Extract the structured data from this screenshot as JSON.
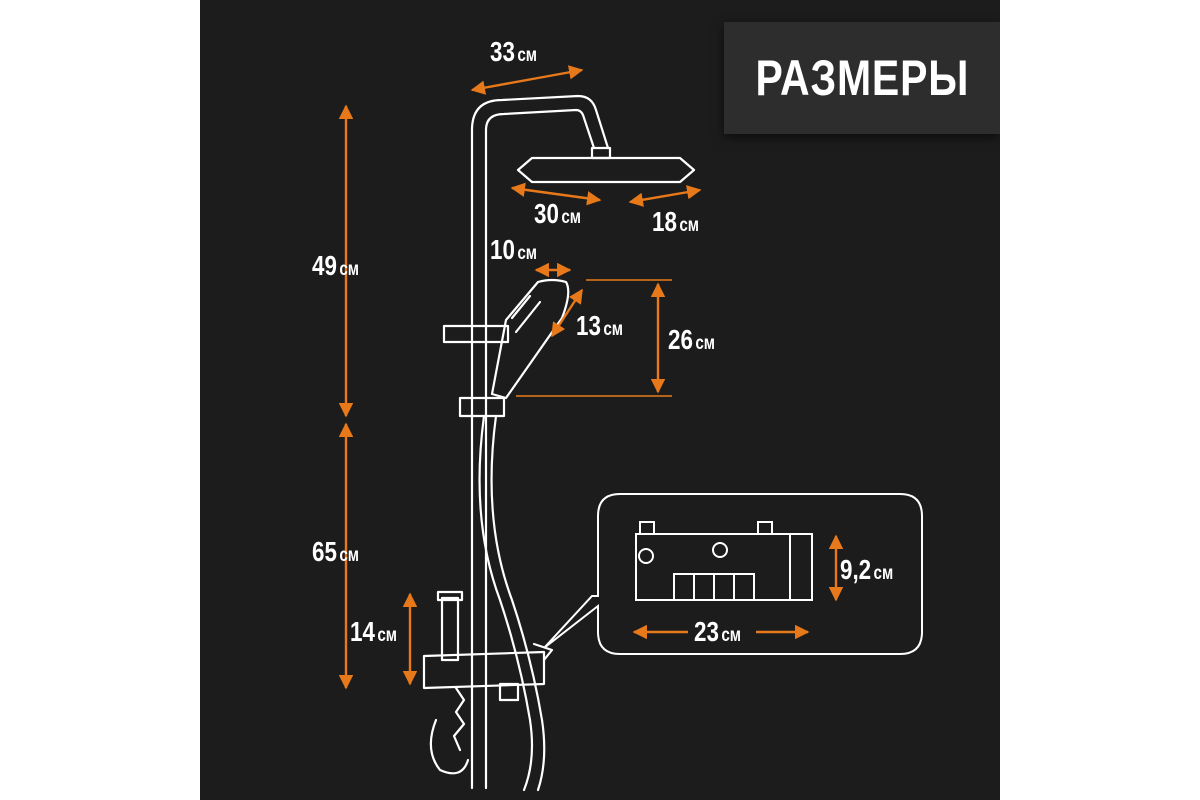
{
  "title": "РАЗМЕРЫ",
  "colors": {
    "background": "#1c1c1c",
    "title_box": "#2d2d2d",
    "accent": "#e8791a",
    "outline": "#ffffff"
  },
  "unit": "см",
  "dimensions": {
    "top_arm": "33",
    "head_width": "30",
    "head_depth": "18",
    "hand_head_width": "10",
    "hand_head_length": "13",
    "hand_shower_height": "26",
    "upper_rod": "49",
    "lower_rod": "65",
    "spout_height": "14",
    "mixer_height": "9,2",
    "mixer_width": "23"
  }
}
